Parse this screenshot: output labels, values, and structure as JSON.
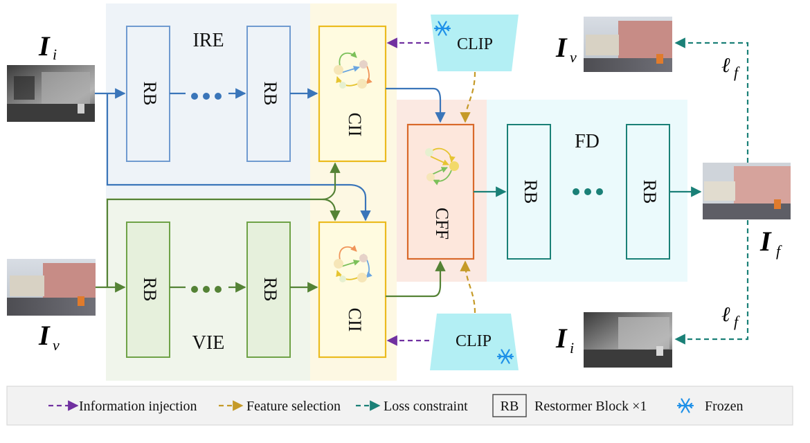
{
  "modules": {
    "ire": "IRE",
    "vie": "VIE",
    "fd": "FD",
    "cii_top": "CII",
    "cii_bottom": "CII",
    "cff": "CFF",
    "clip_top": "CLIP",
    "clip_bottom": "CLIP"
  },
  "blocks": {
    "rb": "RB",
    "ellipsis": "•••"
  },
  "images": {
    "infrared_input": {
      "sym": "I",
      "sub": "i"
    },
    "visible_input": {
      "sym": "I",
      "sub": "v"
    },
    "fused_output": {
      "sym": "I",
      "sub": "f"
    },
    "visible_target": {
      "sym": "I",
      "sub": "v"
    },
    "infrared_target": {
      "sym": "I",
      "sub": "i"
    }
  },
  "losses": {
    "top": {
      "sym": "ℓ",
      "sub": "f"
    },
    "bottom": {
      "sym": "ℓ",
      "sub": "f"
    }
  },
  "legend": {
    "information_injection": "Information injection",
    "feature_selection": "Feature selection",
    "loss_constraint": "Loss constraint",
    "rb_box": "RB",
    "rb_desc": "Restormer Block ×1",
    "frozen": "Frozen"
  },
  "colors": {
    "blue": "#3a75b9",
    "green": "#548235",
    "yellow_border": "#ebbb1e",
    "orange_border": "#d9692a",
    "teal": "#1a8077",
    "purple": "#7030a0",
    "gold": "#c59a28",
    "clip_fill": "#b3eff4",
    "ire_bg": "#eef3f8",
    "vie_bg": "#f0f5eb",
    "cii_bg": "#fdf8e3",
    "cff_bg": "#fbe9e2",
    "fd_bg": "#ebfafc",
    "snowflake": "#1e90e8"
  },
  "icons": [
    "snowflake-icon",
    "interaction-graph-icon",
    "arrow-icon"
  ]
}
